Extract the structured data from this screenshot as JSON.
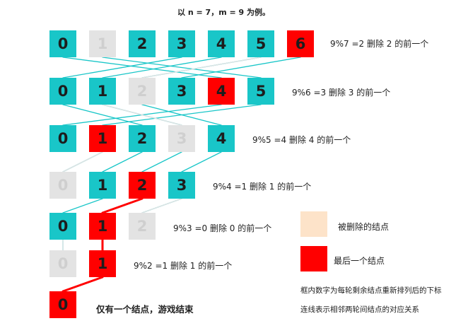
{
  "caption": "以 n = 7，m = 9 为例。",
  "rows": [
    {
      "top": 0,
      "cells": [
        {
          "label": "0",
          "state": "teal"
        },
        {
          "label": "1",
          "state": "gray"
        },
        {
          "label": "2",
          "state": "teal"
        },
        {
          "label": "3",
          "state": "teal"
        },
        {
          "label": "4",
          "state": "teal"
        },
        {
          "label": "5",
          "state": "teal"
        },
        {
          "label": "6",
          "state": "red"
        }
      ],
      "note": "9%7 =2 删除 2 的前一个"
    },
    {
      "cells": [
        {
          "label": "0",
          "state": "teal"
        },
        {
          "label": "1",
          "state": "teal"
        },
        {
          "label": "2",
          "state": "gray"
        },
        {
          "label": "3",
          "state": "teal"
        },
        {
          "label": "4",
          "state": "red"
        },
        {
          "label": "5",
          "state": "teal"
        }
      ],
      "note": "9%6 =3 删除 3 的前一个"
    },
    {
      "cells": [
        {
          "label": "0",
          "state": "teal"
        },
        {
          "label": "1",
          "state": "red"
        },
        {
          "label": "2",
          "state": "teal"
        },
        {
          "label": "3",
          "state": "gray"
        },
        {
          "label": "4",
          "state": "teal"
        }
      ],
      "note": "9%5 =4 删除 4 的前一个"
    },
    {
      "cells": [
        {
          "label": "0",
          "state": "gray"
        },
        {
          "label": "1",
          "state": "teal"
        },
        {
          "label": "2",
          "state": "red"
        },
        {
          "label": "3",
          "state": "teal"
        }
      ],
      "note": "9%4 =1 删除 1 的前一个"
    },
    {
      "cells": [
        {
          "label": "0",
          "state": "teal"
        },
        {
          "label": "1",
          "state": "red"
        },
        {
          "label": "2",
          "state": "gray"
        }
      ],
      "note": "9%3 =0 删除 0 的前一个"
    },
    {
      "cells": [
        {
          "label": "0",
          "state": "gray"
        },
        {
          "label": "1",
          "state": "red"
        }
      ],
      "note": "9%2 =1 删除 1 的前一个"
    },
    {
      "cells": [
        {
          "label": "0",
          "state": "red"
        }
      ],
      "note": "仅有一个结点，游戏结束"
    }
  ],
  "legend": {
    "deleted_label": "被删除的结点",
    "last_label": "最后一个结点",
    "deleted_color": "#fde3c9",
    "last_color": "#ff0000"
  },
  "footnotes": {
    "line1": "框内数字为每轮剩余结点重新排列后的下标",
    "line2": "连线表示相邻两轮间结点的对应关系"
  },
  "colors": {
    "teal": "#19c6c8",
    "gray": "#e3e3e3",
    "red": "#ff0000",
    "text": "#1d1d1d"
  }
}
